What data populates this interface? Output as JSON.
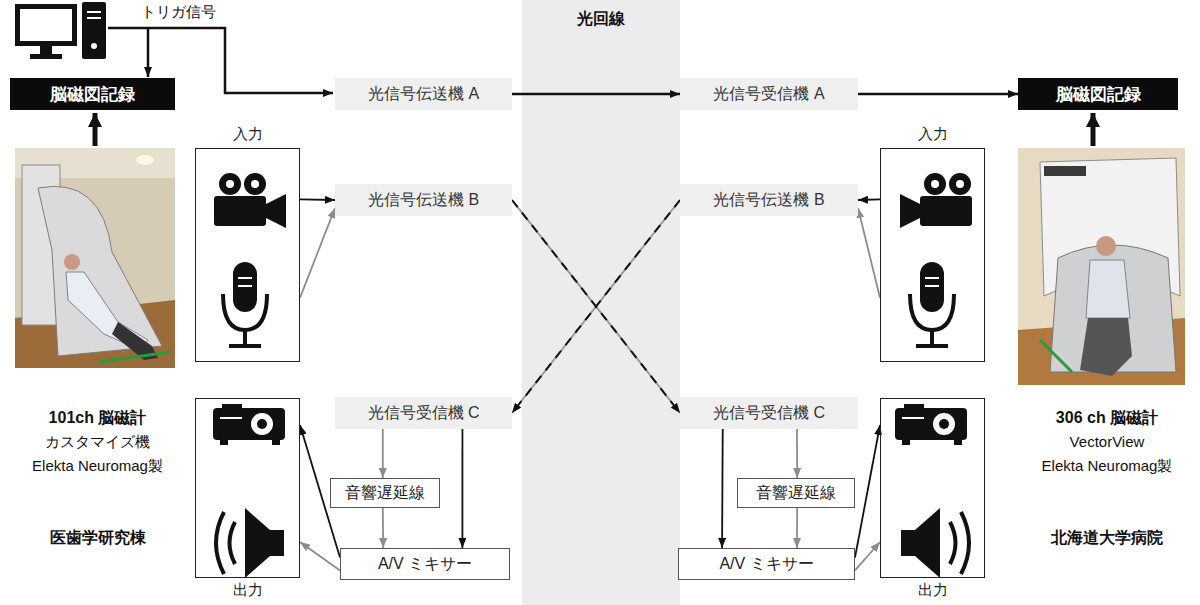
{
  "diagram": {
    "nodes": [
      {
        "text": [
          "脳磁図記録"
        ]
      },
      {
        "text": [
          "光回線"
        ]
      },
      {
        "text": [
          "脳磁図記録"
        ]
      },
      {
        "text": [
          "光信号伝送機 A"
        ]
      },
      {
        "text": [
          "光信号受信機 A"
        ]
      },
      {
        "text": [
          "入力"
        ]
      },
      {
        "text": [
          "光信号伝送機 B"
        ]
      },
      {
        "text": [
          "光信号伝送機 B"
        ]
      },
      {
        "text": [
          "入力"
        ]
      },
      {
        "text": [
          "出力"
        ]
      },
      {
        "text": [
          "光信号受信機 C"
        ]
      },
      {
        "text": [
          "光信号受信機 C"
        ]
      },
      {
        "text": [
          "出力"
        ]
      },
      {
        "text": [
          "音響遅延線"
        ]
      },
      {
        "text": [
          "音響遅延線"
        ]
      },
      {
        "text": [
          "A/V ミキサー"
        ]
      },
      {
        "text": [
          "A/V ミキサー"
        ]
      }
    ],
    "edges": [
      {
        "from": 3,
        "to": 4,
        "arrow": "to"
      },
      {
        "from": 4,
        "to": 2,
        "arrow": "to"
      },
      {
        "from": 5,
        "to": 6,
        "arrow": "to"
      },
      {
        "from": 5,
        "to": 6,
        "arrow": "to"
      },
      {
        "from": 8,
        "to": 7,
        "arrow": "to"
      },
      {
        "from": 8,
        "to": 7,
        "arrow": "to"
      },
      {
        "from": 6,
        "to": 11,
        "arrow": "to"
      },
      {
        "from": 7,
        "to": 10,
        "arrow": "to"
      },
      {
        "from": 10,
        "to": 13,
        "arrow": "to"
      },
      {
        "from": 10,
        "to": 15,
        "arrow": "to"
      },
      {
        "from": 13,
        "to": 15,
        "arrow": "to"
      },
      {
        "from": 15,
        "to": 9,
        "arrow": "to"
      },
      {
        "from": 15,
        "to": 9,
        "arrow": "to"
      },
      {
        "from": 11,
        "to": 14,
        "arrow": "to"
      },
      {
        "from": 11,
        "to": 16,
        "arrow": "to"
      },
      {
        "from": 14,
        "to": 16,
        "arrow": "to"
      },
      {
        "from": 16,
        "to": 12,
        "arrow": "to"
      },
      {
        "from": 16,
        "to": 12,
        "arrow": "to"
      }
    ],
    "labels": [
      "トリガ信号",
      "101ch 脳磁計",
      "カスタマイズ機",
      "Elekta Neuromag製",
      "医歯学研究棟",
      "306 ch 脳磁計",
      "VectorView",
      "Elekta Neuromag製",
      "北海道大学病院"
    ]
  }
}
